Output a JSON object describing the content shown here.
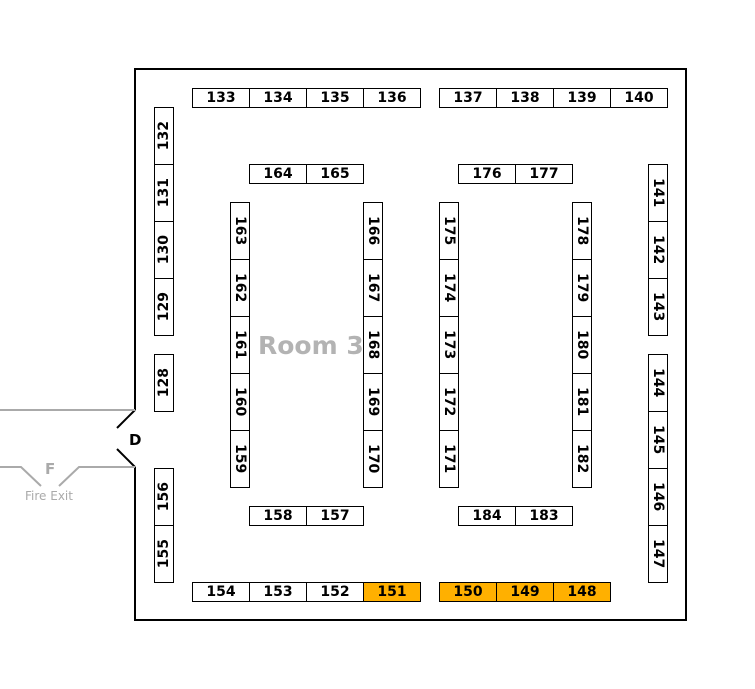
{
  "room": {
    "label": "Room 3",
    "door_label": "D",
    "fire_exit_letter": "F",
    "fire_exit_label": "Fire Exit"
  },
  "colors": {
    "highlight": "#ffb000",
    "wall": "#000000",
    "exit_line": "#aaaaaa"
  },
  "booths": [
    {
      "label": "133",
      "highlighted": false
    },
    {
      "label": "134",
      "highlighted": false
    },
    {
      "label": "135",
      "highlighted": false
    },
    {
      "label": "136",
      "highlighted": false
    },
    {
      "label": "137",
      "highlighted": false
    },
    {
      "label": "138",
      "highlighted": false
    },
    {
      "label": "139",
      "highlighted": false
    },
    {
      "label": "140",
      "highlighted": false
    },
    {
      "label": "132",
      "highlighted": false
    },
    {
      "label": "131",
      "highlighted": false
    },
    {
      "label": "130",
      "highlighted": false
    },
    {
      "label": "129",
      "highlighted": false
    },
    {
      "label": "128",
      "highlighted": false
    },
    {
      "label": "156",
      "highlighted": false
    },
    {
      "label": "155",
      "highlighted": false
    },
    {
      "label": "164",
      "highlighted": false
    },
    {
      "label": "165",
      "highlighted": false
    },
    {
      "label": "176",
      "highlighted": false
    },
    {
      "label": "177",
      "highlighted": false
    },
    {
      "label": "163",
      "highlighted": false
    },
    {
      "label": "162",
      "highlighted": false
    },
    {
      "label": "161",
      "highlighted": false
    },
    {
      "label": "160",
      "highlighted": false
    },
    {
      "label": "159",
      "highlighted": false
    },
    {
      "label": "166",
      "highlighted": false
    },
    {
      "label": "167",
      "highlighted": false
    },
    {
      "label": "168",
      "highlighted": false
    },
    {
      "label": "169",
      "highlighted": false
    },
    {
      "label": "170",
      "highlighted": false
    },
    {
      "label": "175",
      "highlighted": false
    },
    {
      "label": "174",
      "highlighted": false
    },
    {
      "label": "173",
      "highlighted": false
    },
    {
      "label": "172",
      "highlighted": false
    },
    {
      "label": "171",
      "highlighted": false
    },
    {
      "label": "178",
      "highlighted": false
    },
    {
      "label": "179",
      "highlighted": false
    },
    {
      "label": "180",
      "highlighted": false
    },
    {
      "label": "181",
      "highlighted": false
    },
    {
      "label": "182",
      "highlighted": false
    },
    {
      "label": "141",
      "highlighted": false
    },
    {
      "label": "142",
      "highlighted": false
    },
    {
      "label": "143",
      "highlighted": false
    },
    {
      "label": "144",
      "highlighted": false
    },
    {
      "label": "145",
      "highlighted": false
    },
    {
      "label": "146",
      "highlighted": false
    },
    {
      "label": "147",
      "highlighted": false
    },
    {
      "label": "158",
      "highlighted": false
    },
    {
      "label": "157",
      "highlighted": false
    },
    {
      "label": "184",
      "highlighted": false
    },
    {
      "label": "183",
      "highlighted": false
    },
    {
      "label": "154",
      "highlighted": false
    },
    {
      "label": "153",
      "highlighted": false
    },
    {
      "label": "152",
      "highlighted": false
    },
    {
      "label": "151",
      "highlighted": true
    },
    {
      "label": "150",
      "highlighted": true
    },
    {
      "label": "149",
      "highlighted": true
    },
    {
      "label": "148",
      "highlighted": true
    }
  ]
}
